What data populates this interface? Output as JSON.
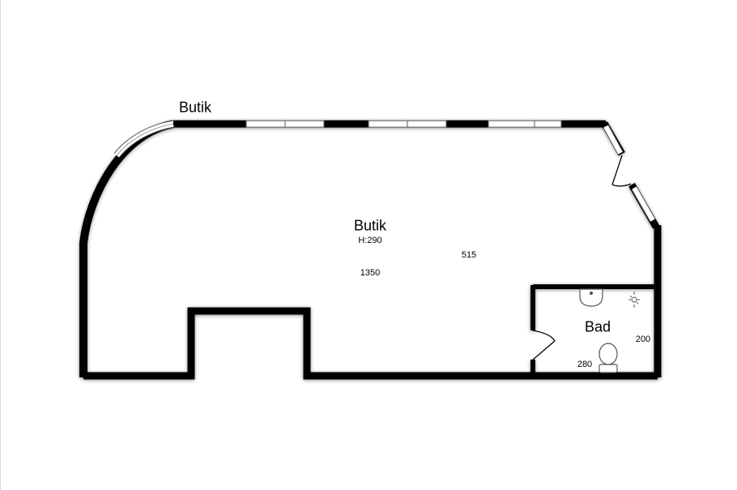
{
  "exterior_label": "Butik",
  "rooms": [
    {
      "name": "Butik",
      "height": "H:290",
      "dim_a": "1350",
      "dim_b": "515"
    },
    {
      "name": "Bad",
      "dim_a": "280",
      "dim_b": "200"
    }
  ],
  "colors": {
    "wall": "#000000",
    "window": "#ffffff",
    "background": "#ffffff"
  },
  "icons": [
    "window-icon",
    "door-swing-icon",
    "sink-icon",
    "toilet-icon",
    "shower-icon"
  ]
}
